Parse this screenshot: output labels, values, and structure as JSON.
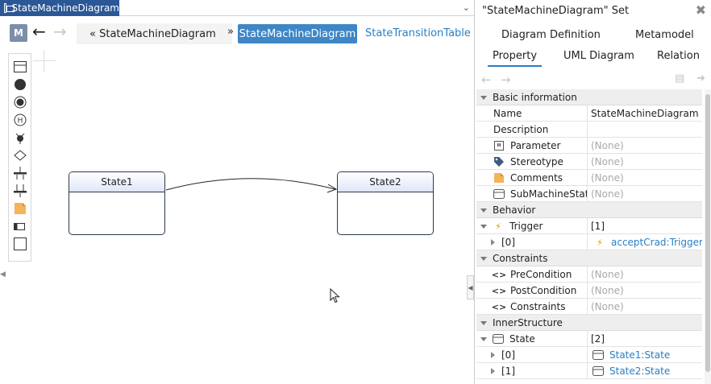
{
  "editor": {
    "tab_title": "StateMachineDiagram",
    "model_button": "M",
    "breadcrumb": {
      "prefix": "«",
      "parent": "StateMachineDiagram",
      "separator": "»",
      "active": "StateMachineDiagram",
      "link": "StateTransitionTable"
    },
    "palette": [
      "state-box-icon",
      "initial-state-icon",
      "final-state-icon",
      "history-icon",
      "junction-icon",
      "choice-icon",
      "fork-icon",
      "join-icon",
      "comment-icon",
      "region-icon",
      "frame-icon"
    ],
    "states": [
      {
        "name": "State1"
      },
      {
        "name": "State2"
      }
    ]
  },
  "panel": {
    "title": "\"StateMachineDiagram\" Set",
    "tabs_row1": [
      "Diagram Definition",
      "Metamodel"
    ],
    "tabs_row2": [
      "Property",
      "UML Diagram",
      "Relation"
    ],
    "active_tab": "Property",
    "sections": {
      "basic": {
        "label": "Basic information",
        "name_label": "Name",
        "name_value": "StateMachineDiagram",
        "description_label": "Description",
        "parameter_label": "Parameter",
        "stereotype_label": "Stereotype",
        "comments_label": "Comments",
        "submachine_label": "SubMachineState",
        "none": "(None)"
      },
      "behavior": {
        "label": "Behavior",
        "trigger_label": "Trigger",
        "trigger_count": "[1]",
        "item0_index": "[0]",
        "item0_value": "acceptCrad:Trigger"
      },
      "constraints": {
        "label": "Constraints",
        "pre_label": "PreCondition",
        "post_label": "PostCondition",
        "constraints_label": "Constraints"
      },
      "inner": {
        "label": "InnerStructure",
        "state_label": "State",
        "state_count": "[2]",
        "item0_index": "[0]",
        "item0_value": "State1:State",
        "item1_index": "[1]",
        "item1_value": "State2:State"
      }
    }
  }
}
